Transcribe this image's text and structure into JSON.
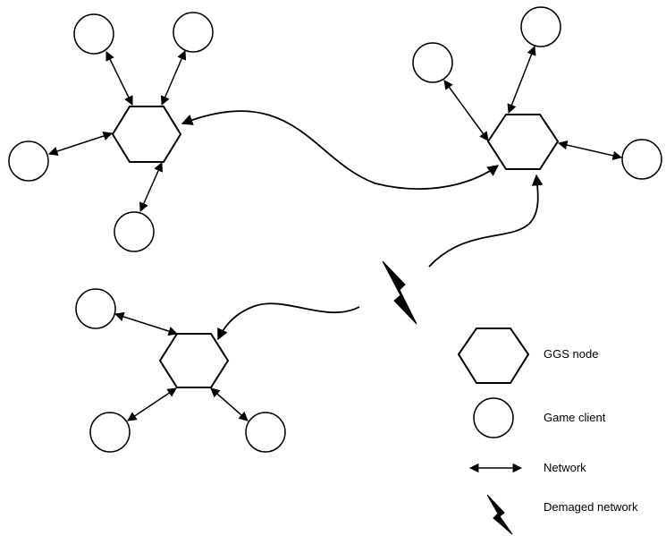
{
  "legend": {
    "node_label": "GGS node",
    "client_label": "Game client",
    "network_label": "Network",
    "damaged_label": "Demaged network"
  },
  "icons": {
    "node": "hexagon-icon",
    "client": "circle-icon",
    "network": "double-arrow-icon",
    "damaged": "lightning-bolt-icon"
  },
  "colors": {
    "stroke": "#000000",
    "background": "#ffffff"
  }
}
